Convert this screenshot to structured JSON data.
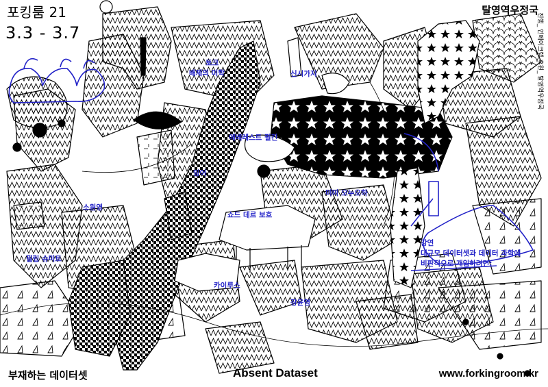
{
  "header": {
    "title": "포킹룸 21",
    "dates": "3.3 - 3.7",
    "venue": "탈영역우정국",
    "credits": "진행_ 언메이크랩   후원_ 탈영역우정국"
  },
  "labels": {
    "toke_line1": "토크",
    "toke_line2": "배제의 미학",
    "sinsigaji": "신시가지",
    "everest": "에베레스트 필킨",
    "ingeo": "잉어",
    "sowonyoung": "소원영",
    "mimi": "미미 오누오하",
    "shod": "쇼드 데르 보흐",
    "philip": "필립 슈미트",
    "kairus": "카이루스",
    "jangyunyoung": "장윤영",
    "lecture_line1": "강연",
    "lecture_line2": "대규모 데이터셋과 데이터 과학에",
    "lecture_line3": "비판적으로 개입하려면:"
  },
  "footer": {
    "korean_title": "부재하는 데이터셋",
    "english_title": "Absent Dataset",
    "url": "www.forkingroom.kr"
  },
  "colors": {
    "accent_blue": "#2323c8",
    "ink": "#000000",
    "paper": "#ffffff"
  }
}
